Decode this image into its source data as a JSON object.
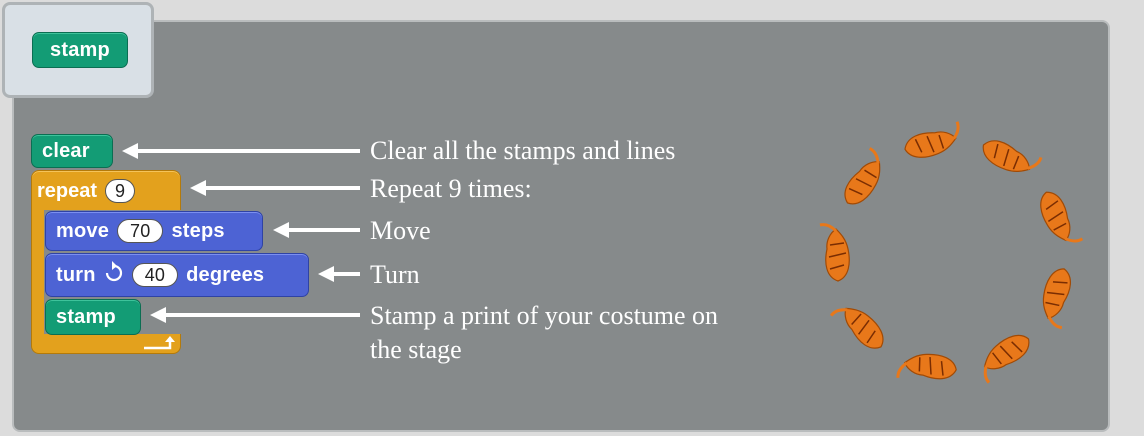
{
  "palette_tab": {
    "block_label": "stamp"
  },
  "script": {
    "clear": {
      "label": "clear"
    },
    "repeat": {
      "label": "repeat",
      "count": "9"
    },
    "move": {
      "label": "move",
      "value": "70",
      "unit": "steps"
    },
    "turn": {
      "label": "turn",
      "value": "40",
      "unit": "degrees",
      "icon": "rotate-clockwise-icon"
    },
    "stamp": {
      "label": "stamp"
    }
  },
  "captions": {
    "clear": "Clear all the stamps and lines",
    "repeat": "Repeat 9 times:",
    "move": "Move",
    "turn": "Turn",
    "stamp_line1": "Stamp a print of your costume on",
    "stamp_line2": "the stage"
  },
  "stage": {
    "stamp_count": 9,
    "sprite_color": "#e8781a"
  },
  "colors": {
    "pen": "#139c75",
    "motion": "#4d63d4",
    "control": "#e3a11d",
    "panel": "#868a8b"
  }
}
